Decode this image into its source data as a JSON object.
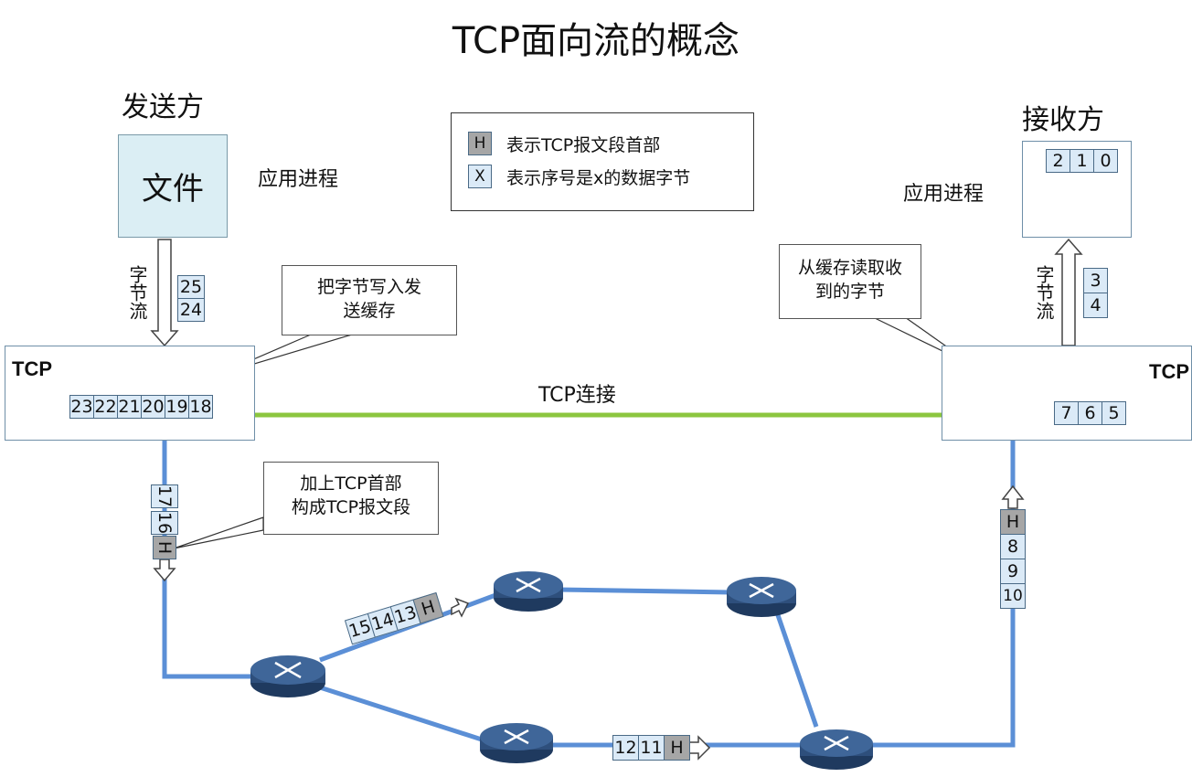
{
  "title": "TCP面向流的概念",
  "sender": {
    "heading": "发送方",
    "file_label": "文件",
    "app_process": "应用进程",
    "byte_stream_label": "字节流",
    "stream_bytes": [
      "25",
      "24"
    ],
    "tcp_label": "TCP",
    "buffer_bytes": [
      "23",
      "22",
      "21",
      "20",
      "19",
      "18"
    ]
  },
  "receiver": {
    "heading": "接收方",
    "app_process": "应用进程",
    "app_bytes": [
      "2",
      "1",
      "0"
    ],
    "byte_stream_label": "字节流",
    "stream_bytes": [
      "3",
      "4"
    ],
    "tcp_label": "TCP",
    "buffer_bytes": [
      "7",
      "6",
      "5"
    ]
  },
  "callouts": {
    "write_buffer": "把字节写入发送缓存",
    "read_buffer": "从缓存读取收到的字节",
    "add_header_line1": "加上TCP首部",
    "add_header_line2": "构成TCP报文段"
  },
  "legend": {
    "h_key": "H",
    "h_text": "表示TCP报文段首部",
    "x_key": "X",
    "x_text": "表示序号是x的数据字节"
  },
  "connection_label": "TCP连接",
  "segments": {
    "sender_out": [
      "17",
      "16",
      "H"
    ],
    "net_upper": [
      "15",
      "14",
      "13",
      "H"
    ],
    "net_lower": [
      "12",
      "11",
      "H"
    ],
    "receiver_in": [
      "H",
      "8",
      "9",
      "10"
    ]
  },
  "colors": {
    "link_blue": "#5b8fd6",
    "connection_green": "#8cc63f",
    "cell_fill": "#dbeaf7",
    "header_fill": "#a6a6a6",
    "file_fill": "#dbeef4",
    "router_fill": "#2e4f7c"
  }
}
